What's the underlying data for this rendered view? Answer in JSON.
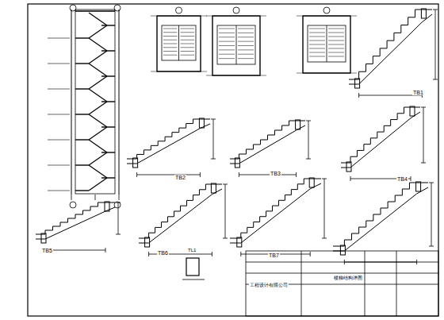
{
  "diagram": {
    "labels": [
      "TB1",
      "TB2",
      "TB3",
      "TB4",
      "TB5",
      "TB6",
      "TB7",
      "TL1",
      "工程设计有限公司",
      "楼梯结构详图"
    ]
  }
}
